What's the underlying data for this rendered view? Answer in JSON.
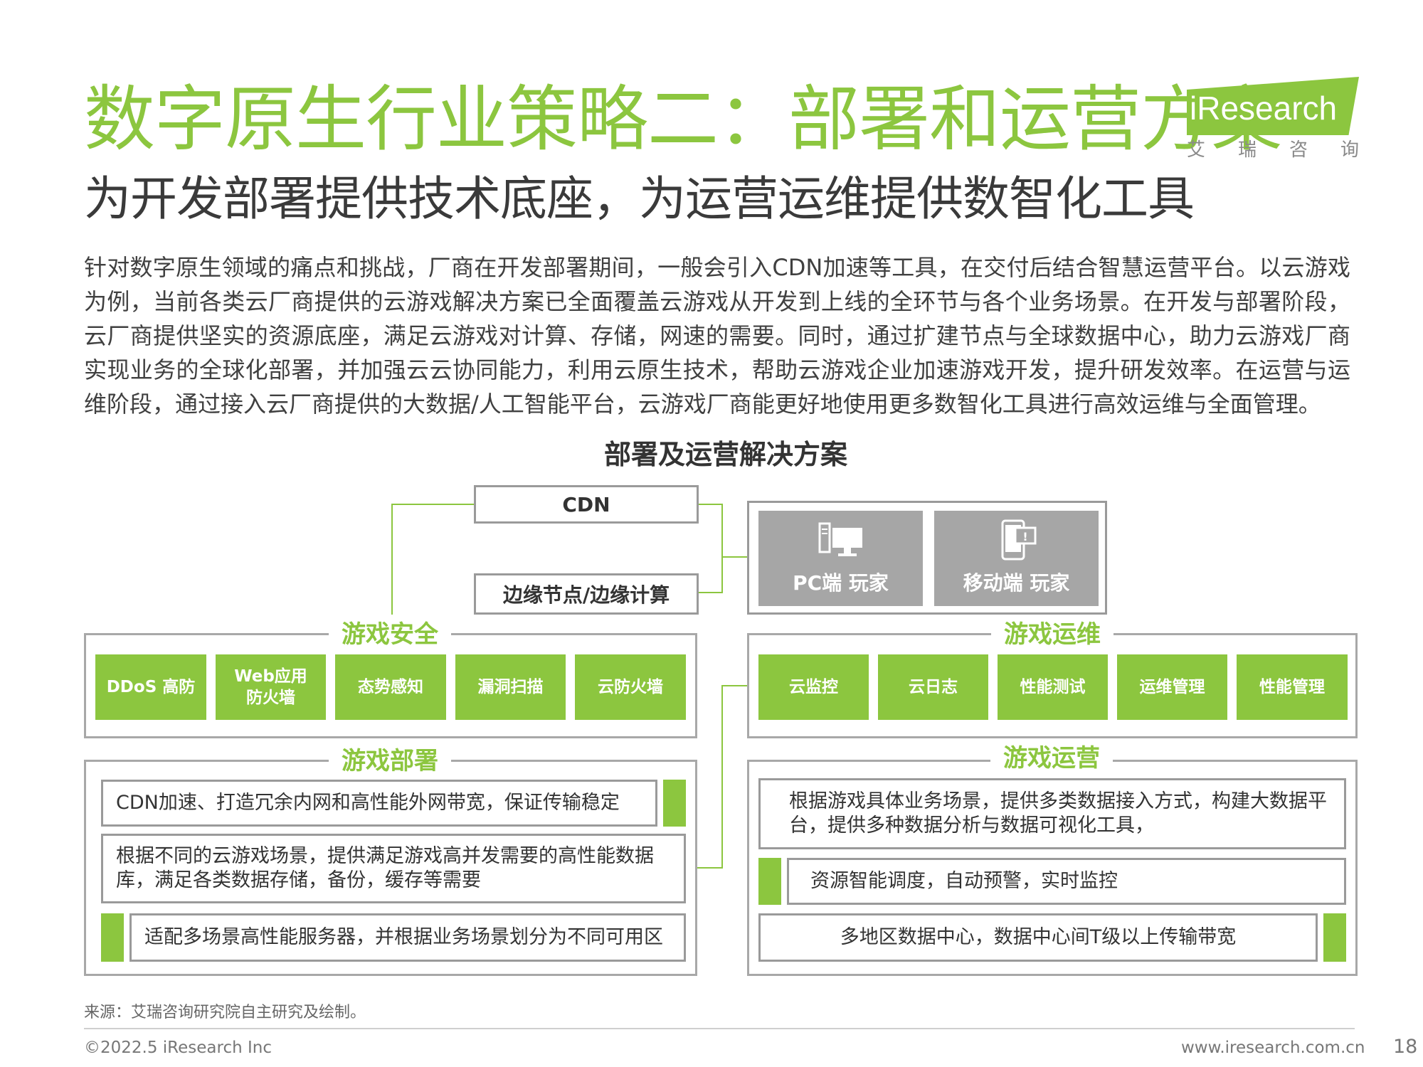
{
  "header": {
    "title": "数字原生行业策略二：部署和运营方案",
    "subtitle": "为开发部署提供技术底座，为运营运维提供数智化工具"
  },
  "logo": {
    "brand": "iResearch",
    "chars": [
      "艾",
      "瑞",
      "咨",
      "询"
    ]
  },
  "paragraph": "针对数字原生领域的痛点和挑战，厂商在开发部署期间，一般会引入CDN加速等工具，在交付后结合智慧运营平台。以云游戏为例，当前各类云厂商提供的云游戏解决方案已全面覆盖云游戏从开发到上线的全环节与各个业务场景。在开发与部署阶段，云厂商提供坚实的资源底座，满足云游戏对计算、存储，网速的需要。同时，通过扩建节点与全球数据中心，助力云游戏厂商实现业务的全球化部署，并加强云云协同能力，利用云原生技术，帮助云游戏企业加速游戏开发，提升研发效率。在运营与运维阶段，通过接入云厂商提供的大数据/人工智能平台，云游戏厂商能更好地使用更多数智化工具进行高效运维与全面管理。",
  "diagram": {
    "title": "部署及运营解决方案",
    "top_boxes": [
      "CDN",
      "边缘节点/边缘计算"
    ],
    "players": [
      "PC端 玩家",
      "移动端 玩家"
    ],
    "security": {
      "title": "游戏安全",
      "items": [
        "DDoS 高防",
        "Web应用防火墙",
        "态势感知",
        "漏洞扫描",
        "云防火墙"
      ]
    },
    "maintenance": {
      "title": "游戏运维",
      "items": [
        "云监控",
        "云日志",
        "性能测试",
        "运维管理",
        "性能管理"
      ]
    },
    "deployment": {
      "title": "游戏部署",
      "items": [
        "CDN加速、打造冗余内网和高性能外网带宽，保证传输稳定",
        "根据不同的云游戏场景，提供满足游戏高并发需要的高性能数据库，满足各类数据存储，备份，缓存等需要",
        "适配多场景高性能服务器，并根据业务场景划分为不同可用区"
      ]
    },
    "operations": {
      "title": "游戏运营",
      "items": [
        "根据游戏具体业务场景，提供多类数据接入方式，构建大数据平台，提供多种数据分析与数据可视化工具，",
        "资源智能调度，自动预警，实时监控",
        "多地区数据中心，数据中心间T级以上传输带宽"
      ]
    }
  },
  "footer": {
    "source": "来源：艾瑞咨询研究院自主研究及绘制。",
    "copyright": "©2022.5 iResearch Inc",
    "website": "www.iresearch.com.cn",
    "page": "18"
  },
  "colors": {
    "accent": "#8cc63f",
    "tile_gray": "#a6a6a6",
    "border_gray": "#9a9a9a"
  }
}
